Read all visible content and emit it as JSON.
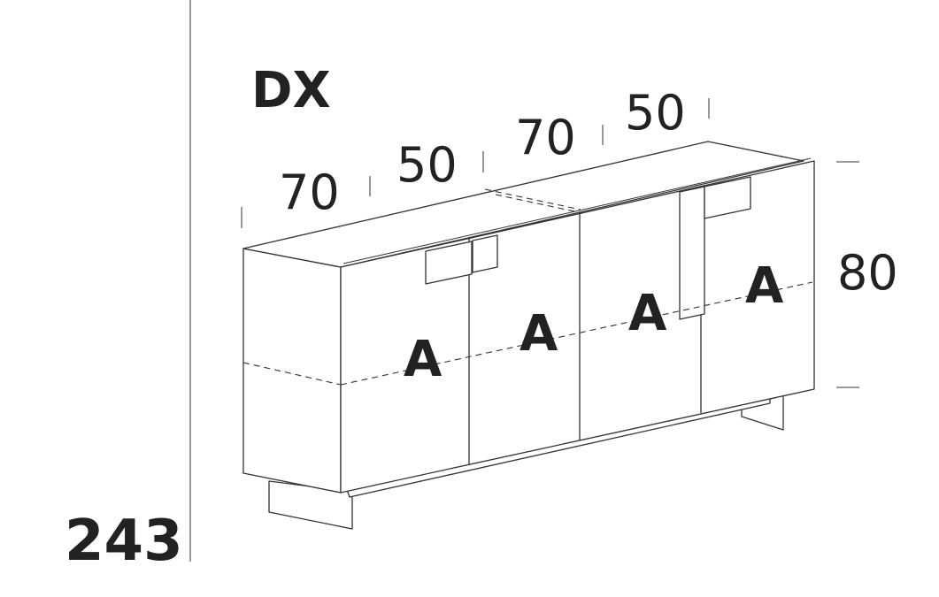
{
  "total_width": "243",
  "side": "DX",
  "dimensions": {
    "widths": [
      "70",
      "50",
      "70",
      "50"
    ],
    "height": "80"
  },
  "doors": [
    "A",
    "A",
    "A",
    "A"
  ]
}
